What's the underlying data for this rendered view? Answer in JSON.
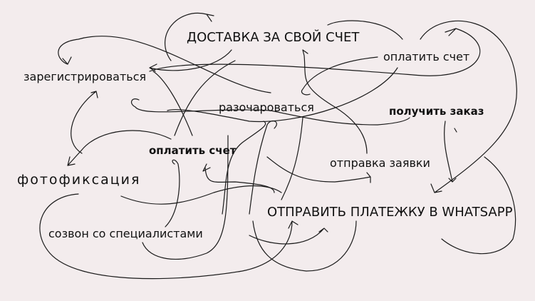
{
  "diagram": {
    "background_color": "#f3eced",
    "stroke_color": "#1a1a1a",
    "nodes": [
      {
        "id": "delivery",
        "label": "ДОСТАВКА ЗА СВОЙ СЧЕТ",
        "style": "uppercase"
      },
      {
        "id": "pay-bill-top",
        "label": "оплатить счет",
        "style": "regular"
      },
      {
        "id": "register",
        "label": "зарегистрироваться",
        "style": "regular"
      },
      {
        "id": "disappoint",
        "label": "разочароваться",
        "style": "regular"
      },
      {
        "id": "get-order",
        "label": "получить заказ",
        "style": "bold"
      },
      {
        "id": "pay-bill-center",
        "label": "оплатить счет",
        "style": "bold"
      },
      {
        "id": "submit-request",
        "label": "отправка заявки",
        "style": "regular"
      },
      {
        "id": "photo-fixation",
        "label": "фотофиксация",
        "style": "wide-spaced"
      },
      {
        "id": "send-payment",
        "label": "ОТПРАВИТЬ ПЛАТЕЖКУ В WHATSAPP",
        "style": "uppercase"
      },
      {
        "id": "call-specialists",
        "label": "созвон со специалистами",
        "style": "regular"
      }
    ]
  }
}
